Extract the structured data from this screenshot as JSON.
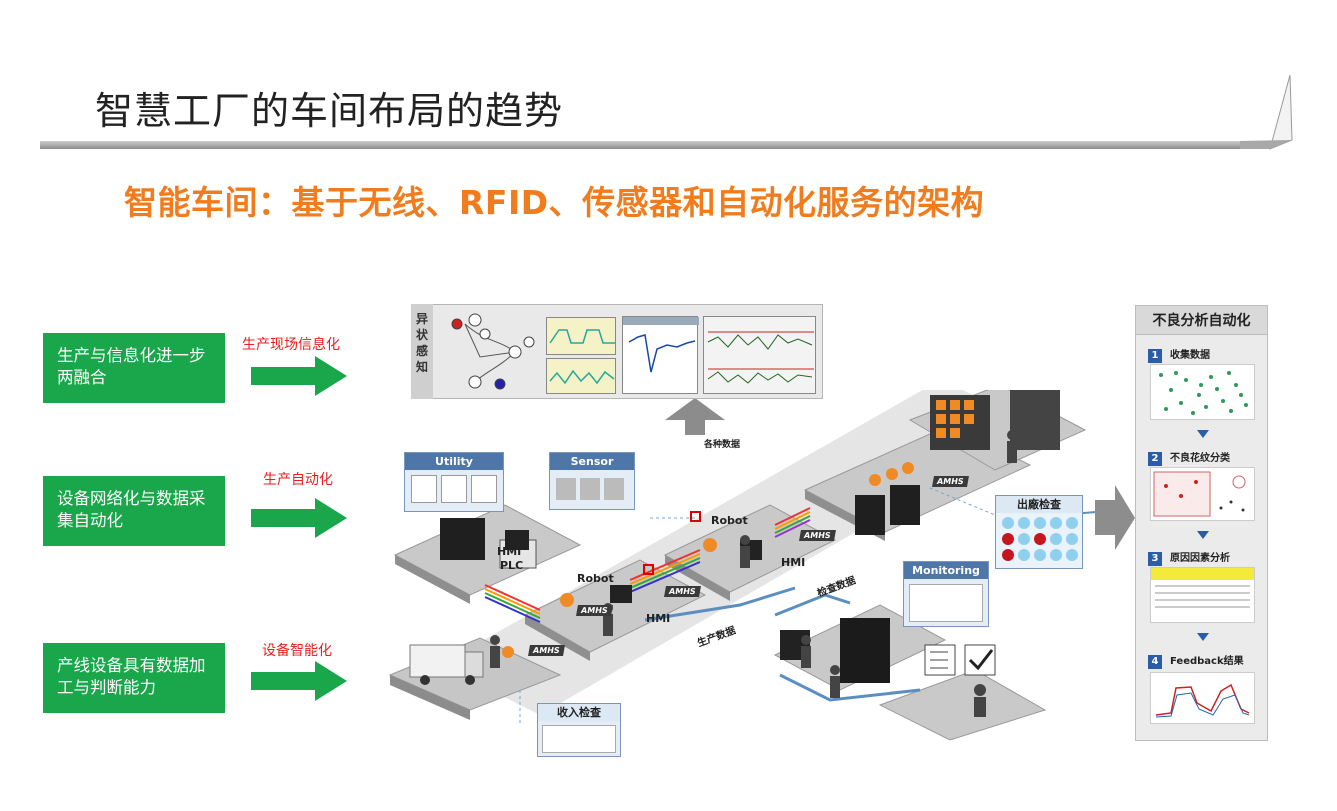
{
  "title": "智慧工厂的车间布局的趋势",
  "subtitle": "智能车间：基于无线、RFID、传感器和自动化服务的架构",
  "left_rows": [
    {
      "box": "生产与信息化进一步两融合",
      "label": "生产现场信息化"
    },
    {
      "box": "设备网络化与数据采集自动化",
      "label": "生产自动化"
    },
    {
      "box": "产线设备具有数据加工与判断能力",
      "label": "设备智能化"
    }
  ],
  "diagram": {
    "sensing_label": "异状感知",
    "data_arrow_label": "各种数据",
    "utility_label": "Utility",
    "sensor_label": "Sensor",
    "monitoring_label": "Monitoring",
    "outbound_label": "出廠检查",
    "inbound_label": "收入检查",
    "hmi_plc_1": "HMI",
    "hmi_plc_2": "PLC",
    "robot_1": "Robot",
    "robot_2": "Robot",
    "hmi_a": "HMI",
    "hmi_b": "HMI",
    "amhs": [
      "AMHS",
      "AMHS",
      "AMHS",
      "AMHS",
      "AMHS"
    ],
    "inspection_data": "检查数据",
    "production_data": "生产数据"
  },
  "right_panel": {
    "title": "不良分析自动化",
    "steps": [
      {
        "num": "1",
        "label": "收集数据"
      },
      {
        "num": "2",
        "label": "不良花纹分类"
      },
      {
        "num": "3",
        "label": "原因因素分析"
      },
      {
        "num": "4",
        "label": "Feedback结果"
      }
    ]
  },
  "colors": {
    "orange": "#f07c1d",
    "green": "#1aa64a",
    "red": "#e62020",
    "blue": "#2a5caa"
  }
}
